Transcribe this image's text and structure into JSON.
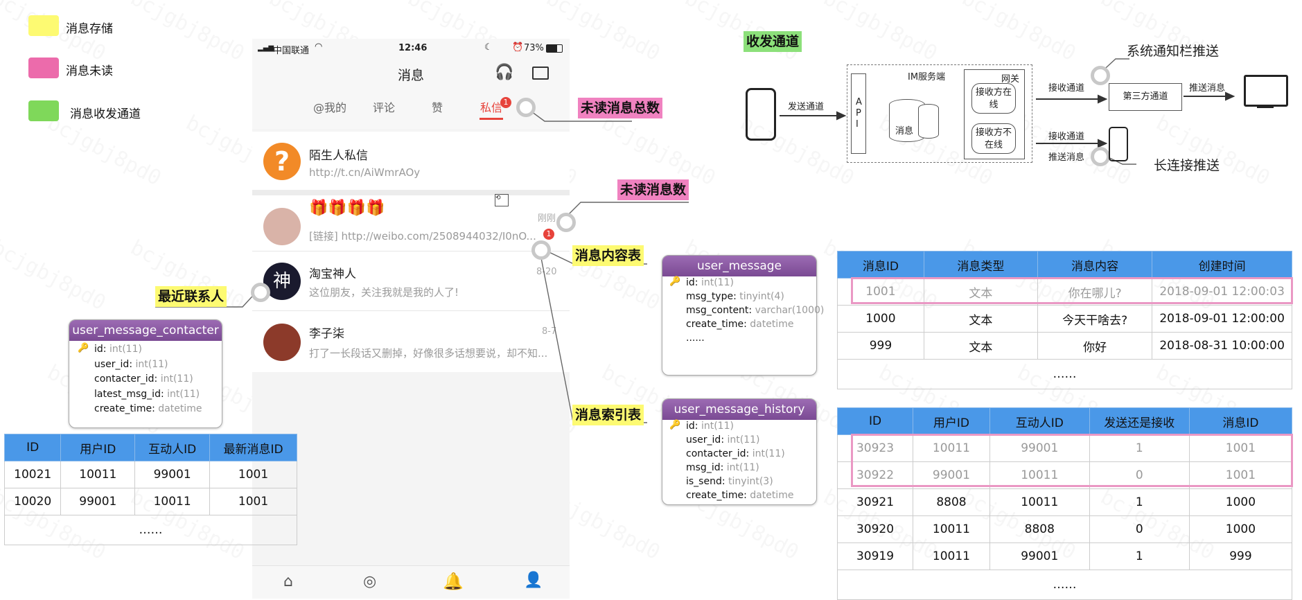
{
  "legend": [
    {
      "label": "消息存储",
      "color": "#fdfa72"
    },
    {
      "label": "消息未读",
      "color": "#ec6bab"
    },
    {
      "label": "消息收发通道",
      "color": "#7fd85a"
    }
  ],
  "phone": {
    "status": {
      "carrier": "中国联通",
      "time": "12:46",
      "battery": "73%"
    },
    "title": "消息",
    "tabs": [
      "@我的",
      "评论",
      "赞",
      "私信"
    ],
    "tab_badge": "1",
    "rows": [
      {
        "name": "陌生人私信",
        "sub": "http://t.cn/AiWmrAOy",
        "time": "",
        "badge": ""
      },
      {
        "name": "",
        "sub": "[链接] http://weibo.com/2508944032/I0nO...",
        "time": "刚刚",
        "badge": "1"
      },
      {
        "name": "淘宝神人",
        "sub": "这位朋友，关注我就是我的人了!",
        "time": "8-20",
        "badge": ""
      },
      {
        "name": "李子柒",
        "sub": "打了一长段话又删掉，好像很多话想要说，却不知...",
        "time": "8-7",
        "badge": ""
      }
    ],
    "avatar_glyph_shen": "神",
    "avatar_glyph_q": "?"
  },
  "callouts": {
    "unread_total": "未读消息总数",
    "unread_count": "未读消息数",
    "msg_content_table": "消息内容表",
    "msg_index_table": "消息索引表",
    "recent_contacts": "最近联系人",
    "channel": "收发通道",
    "system_push": "系统通知栏推送",
    "long_conn_push": "长连接推送"
  },
  "flow": {
    "send_channel": "发送通道",
    "im_server": "IM服务端",
    "api": "A\nP\nI",
    "message": "消息",
    "gateway": "网关",
    "receiver_online": "接收方在线",
    "receiver_offline": "接收方不在线",
    "receive_channel_1": "接收通道",
    "receive_channel_2": "接收通道",
    "push_message_1": "推送消息",
    "push_message_2": "推送消息",
    "third_party": "第三方通道"
  },
  "er_contacter": {
    "title": "user_message_contacter",
    "fields": [
      {
        "name": "id",
        "type": "int(11)"
      },
      {
        "name": "user_id",
        "type": "int(11)"
      },
      {
        "name": "contacter_id",
        "type": "int(11)"
      },
      {
        "name": "latest_msg_id",
        "type": "int(11)"
      },
      {
        "name": "create_time",
        "type": "datetime"
      }
    ]
  },
  "er_message": {
    "title": "user_message",
    "fields": [
      {
        "name": "id",
        "type": "int(11)"
      },
      {
        "name": "msg_type",
        "type": "tinyint(4)"
      },
      {
        "name": "msg_content",
        "type": "varchar(1000)"
      },
      {
        "name": "create_time",
        "type": "datetime"
      },
      {
        "name": "......",
        "type": ""
      }
    ]
  },
  "er_history": {
    "title": "user_message_history",
    "fields": [
      {
        "name": "id",
        "type": "int(11)"
      },
      {
        "name": "user_id",
        "type": "int(11)"
      },
      {
        "name": "contacter_id",
        "type": "int(11)"
      },
      {
        "name": "msg_id",
        "type": "int(11)"
      },
      {
        "name": "is_send",
        "type": "tinyint(3)"
      },
      {
        "name": "create_time",
        "type": "datetime"
      }
    ]
  },
  "table_contacter": {
    "headers": [
      "ID",
      "用户ID",
      "互动人ID",
      "最新消息ID"
    ],
    "rows": [
      [
        "10021",
        "10011",
        "99001",
        "1001"
      ],
      [
        "10020",
        "99001",
        "10011",
        "1001"
      ]
    ],
    "more": "……"
  },
  "table_message": {
    "headers": [
      "消息ID",
      "消息类型",
      "消息内容",
      "创建时间"
    ],
    "rows": [
      [
        "1001",
        "文本",
        "你在哪儿?",
        "2018-09-01 12:00:03"
      ],
      [
        "1000",
        "文本",
        "今天干啥去?",
        "2018-09-01 12:00:00"
      ],
      [
        "999",
        "文本",
        "你好",
        "2018-08-31 10:00:00"
      ]
    ],
    "more": "……"
  },
  "table_history": {
    "headers": [
      "ID",
      "用户ID",
      "互动人ID",
      "发送还是接收",
      "消息ID"
    ],
    "rows": [
      [
        "30923",
        "10011",
        "99001",
        "1",
        "1001"
      ],
      [
        "30922",
        "99001",
        "10011",
        "0",
        "1001"
      ],
      [
        "30921",
        "8808",
        "10011",
        "1",
        "1000"
      ],
      [
        "30920",
        "10011",
        "8808",
        "0",
        "1000"
      ],
      [
        "30919",
        "10011",
        "99001",
        "1",
        "999"
      ]
    ],
    "more": "……"
  },
  "watermark": "bcjgbj8pd0"
}
